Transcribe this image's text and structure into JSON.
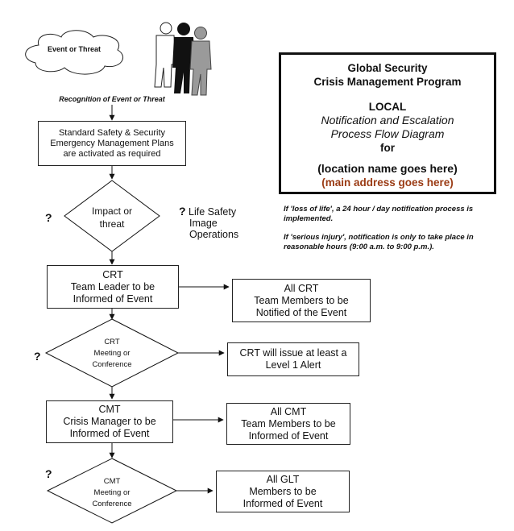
{
  "cloud_label": "Event or Threat",
  "recognition_label": "Recognition of Event or Threat",
  "title_box": {
    "line1": "Global Security",
    "line2": "Crisis Management Program",
    "line3": "LOCAL",
    "line4": "Notification and Escalation",
    "line5": "Process Flow Diagram",
    "line6": "for",
    "line7": "(location name goes here)",
    "line8": "(main address goes here)"
  },
  "box_plans": {
    "line1": "Standard Safety & Security",
    "line2": "Emergency Management Plans",
    "line3": "are activated as required"
  },
  "diamond_impact": {
    "line1": "Impact or",
    "line2": "threat"
  },
  "side_label": {
    "q": "?",
    "line1": "Life Safety",
    "line2": "Image",
    "line3": "Operations"
  },
  "notes": {
    "life": "If 'loss of life', a 24 hour / day notification process is implemented.",
    "injury": "If 'serious injury', notification is only to take place in reasonable hours (9:00 a.m. to 9:00 p.m.)."
  },
  "box_crt_leader": {
    "line1": "CRT",
    "line2": "Team Leader to be",
    "line3": "Informed of Event"
  },
  "box_crt_members": {
    "line1": "All CRT",
    "line2": "Team Members to be",
    "line3": "Notified of the Event"
  },
  "diamond_crt": {
    "line1": "CRT",
    "line2": "Meeting or",
    "line3": "Conference"
  },
  "box_crt_alert": {
    "line1": "CRT will issue at least a",
    "line2": "Level 1 Alert"
  },
  "box_cmt_manager": {
    "line1": "CMT",
    "line2": "Crisis Manager to be",
    "line3": "Informed of Event"
  },
  "box_cmt_members": {
    "line1": "All CMT",
    "line2": "Team Members to be",
    "line3": "Informed of Event"
  },
  "diamond_cmt": {
    "line1": "CMT",
    "line2": "Meeting or",
    "line3": "Conference"
  },
  "box_glt": {
    "line1": "All GLT",
    "line2": "Members to be",
    "line3": "Informed of Event"
  },
  "question_mark": "?"
}
